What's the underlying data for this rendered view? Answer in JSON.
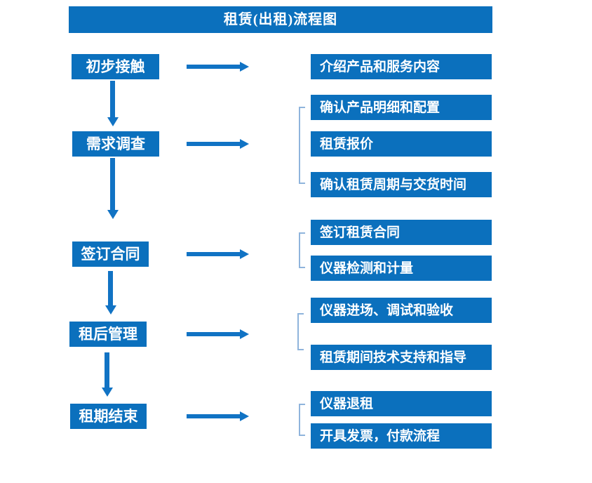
{
  "title": "租赁(出租)流程图",
  "colors": {
    "box_blue": "#0b70bd",
    "arrow_blue": "#1173c4",
    "bracket_blue": "#8fb4dc",
    "text_white": "#ffffff"
  },
  "rows": [
    {
      "step": "初步接触",
      "details": [
        "介绍产品和服务内容"
      ]
    },
    {
      "step": "需求调查",
      "details": [
        "确认产品明细和配置",
        "租赁报价",
        "确认租赁周期与交货时间"
      ]
    },
    {
      "step": "签订合同",
      "details": [
        "签订租赁合同",
        "仪器检测和计量"
      ]
    },
    {
      "step": "租后管理",
      "details": [
        "仪器进场、调试和验收",
        "租赁期间技术支持和指导"
      ]
    },
    {
      "step": "租期结束",
      "details": [
        "仪器退租",
        "开具发票，付款流程"
      ]
    }
  ]
}
